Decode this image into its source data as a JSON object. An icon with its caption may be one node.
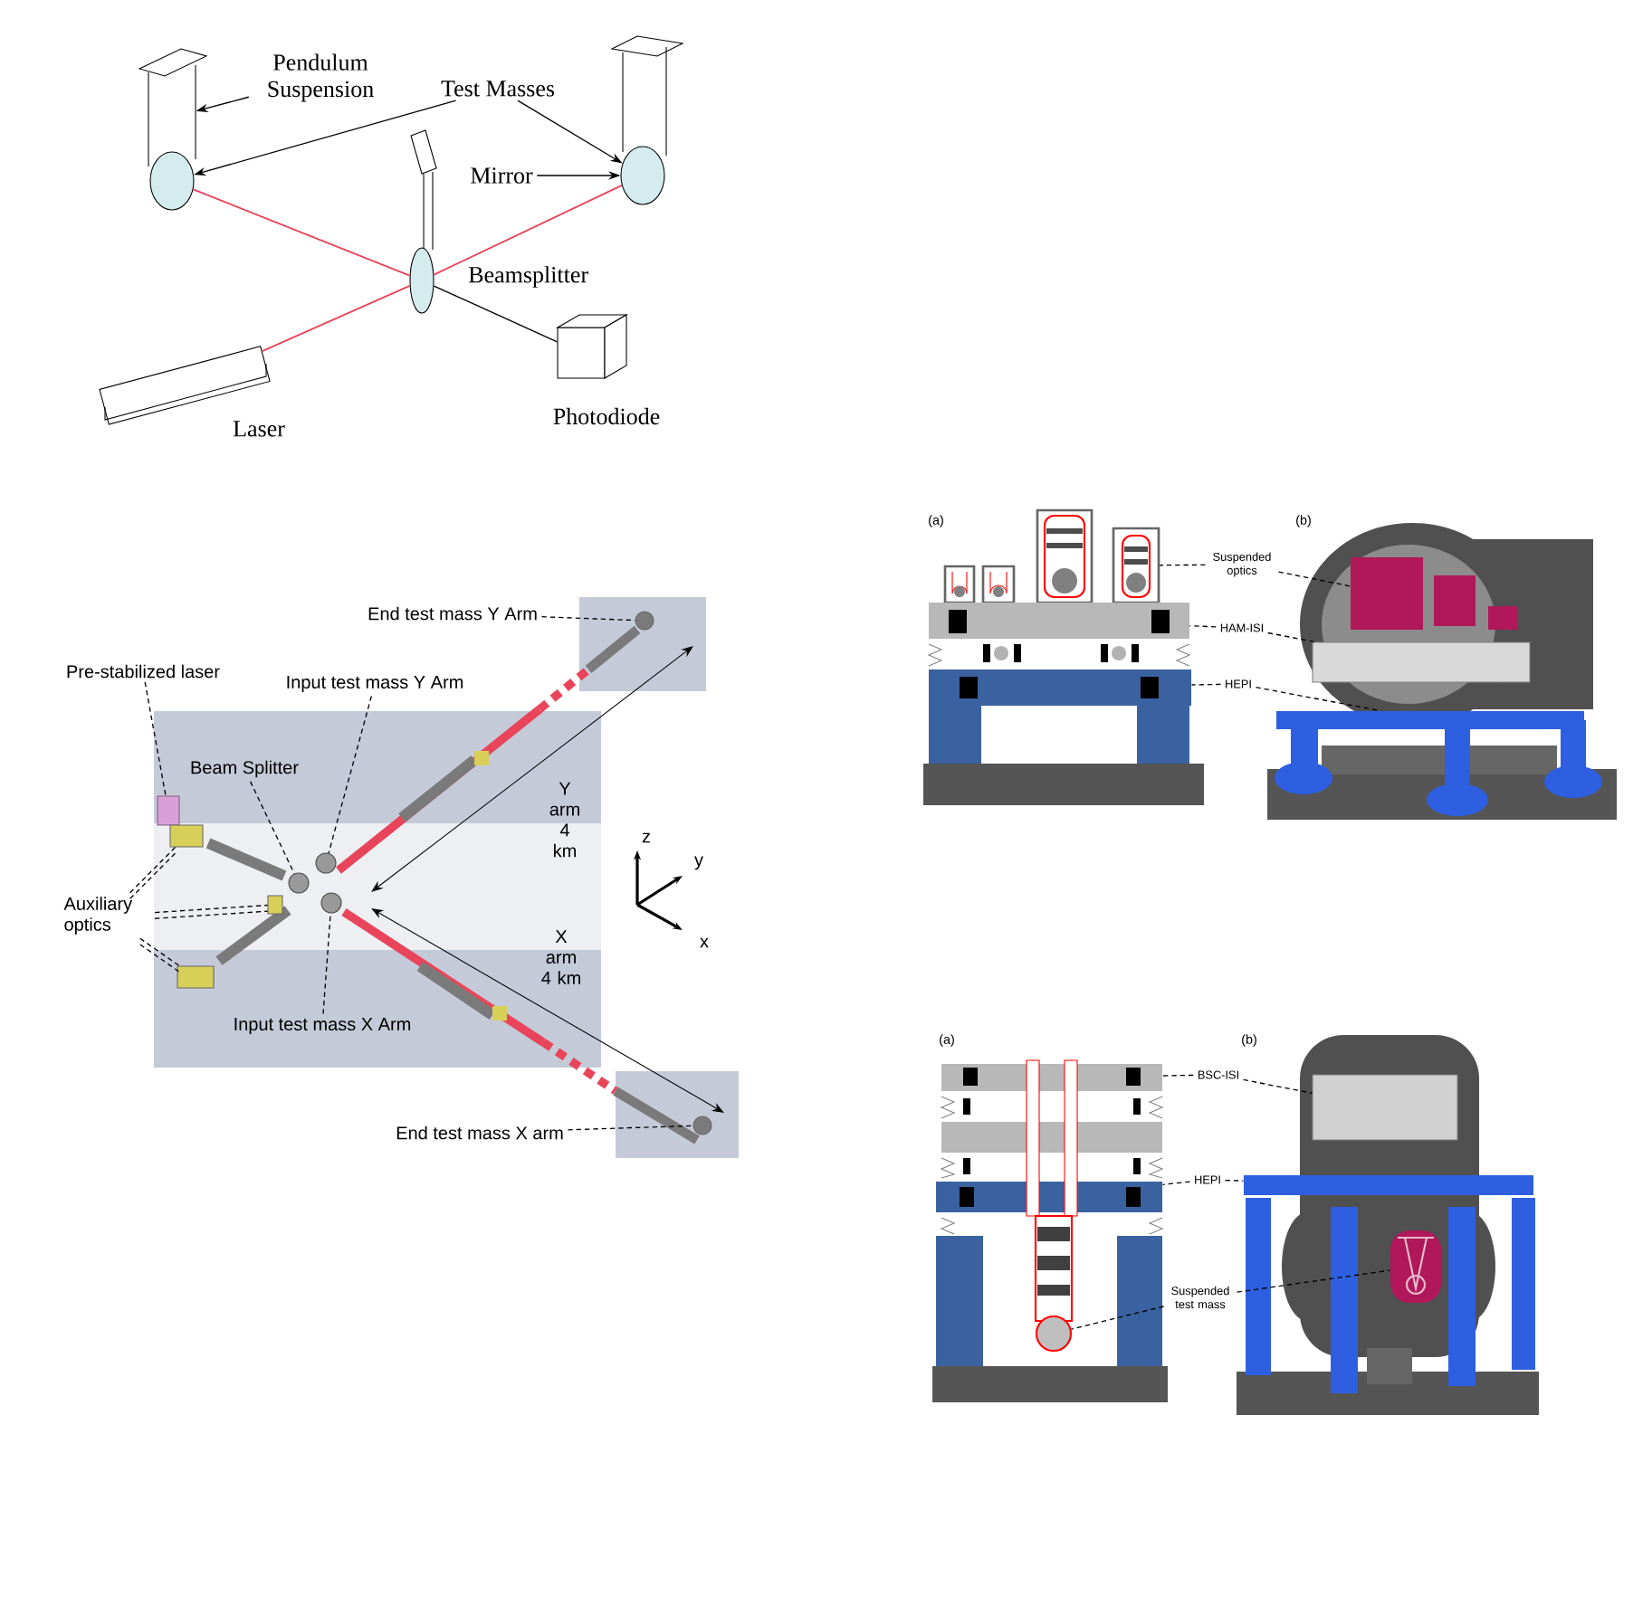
{
  "diagram": {
    "nodes": [
      {
        "text": [
          "Pendulum Suspension"
        ]
      },
      {
        "text": [
          "Test Masses"
        ]
      },
      {
        "text": [
          "Mirror"
        ]
      },
      {
        "text": [],
        "shape": "picture"
      },
      {
        "text": [],
        "shape": "circle"
      },
      {
        "text": [],
        "shape": "circle"
      },
      {
        "text": [
          "Laser"
        ]
      },
      {
        "text": [
          "Beamsplitter"
        ]
      },
      {
        "text": [
          "Photodiode"
        ]
      },
      {
        "text": [
          "End test mass Y Arm"
        ]
      },
      {
        "text": [],
        "shape": "circle"
      },
      {
        "text": [
          "Pre-stabilized laser"
        ]
      },
      {
        "text": [],
        "shape": "box"
      },
      {
        "text": [
          "Input test mass Y Arm"
        ]
      },
      {
        "text": [],
        "shape": "circle"
      },
      {
        "text": [
          "Beam Splitter"
        ]
      },
      {
        "text": [],
        "shape": "circle"
      },
      {
        "text": [
          "Auxiliary optics"
        ]
      },
      {
        "text": [],
        "shape": "box"
      },
      {
        "text": [],
        "shape": "box"
      },
      {
        "text": [],
        "shape": "box"
      },
      {
        "text": [
          "Input test mass X Arm"
        ]
      },
      {
        "text": [],
        "shape": "circle"
      },
      {
        "text": [
          "End test mass X arm"
        ]
      },
      {
        "text": [],
        "shape": "circle"
      },
      {
        "text": [
          "Suspended optics"
        ]
      },
      {
        "text": [],
        "shape": "box"
      },
      {
        "text": [],
        "shape": "picture"
      },
      {
        "text": [
          "HAM-ISI"
        ]
      },
      {
        "text": [],
        "shape": "bar"
      },
      {
        "text": [],
        "shape": "box"
      },
      {
        "text": [
          "HEPI"
        ]
      },
      {
        "text": [],
        "shape": "bar"
      },
      {
        "text": [],
        "shape": "picture"
      },
      {
        "text": [
          "BSC-ISI"
        ]
      },
      {
        "text": [],
        "shape": "bar"
      },
      {
        "text": [],
        "shape": "box"
      },
      {
        "text": [
          "HEPI"
        ]
      },
      {
        "text": [],
        "shape": "bar"
      },
      {
        "text": [],
        "shape": "bar"
      },
      {
        "text": [
          "Suspended test mass"
        ]
      },
      {
        "text": [],
        "shape": "circle"
      },
      {
        "text": [],
        "shape": "picture"
      }
    ],
    "edges": [
      {
        "from": 0,
        "to": 3,
        "arrow": "to"
      },
      {
        "from": 1,
        "to": 4,
        "arrow": "to"
      },
      {
        "from": 1,
        "to": 5,
        "arrow": "to"
      },
      {
        "from": 2,
        "to": 5,
        "arrow": "to"
      },
      {
        "from": 6,
        "to": 7,
        "arrow": "none",
        "color": "#e8455a"
      },
      {
        "from": 7,
        "to": 4,
        "arrow": "none",
        "color": "#e8455a"
      },
      {
        "from": 7,
        "to": 5,
        "arrow": "none",
        "color": "#e8455a"
      },
      {
        "from": 7,
        "to": 8,
        "arrow": "none"
      },
      {
        "from": 9,
        "to": 10,
        "arrow": "none",
        "style": "dashed"
      },
      {
        "from": 11,
        "to": 12,
        "arrow": "none",
        "style": "dashed"
      },
      {
        "from": 13,
        "to": 14,
        "arrow": "none",
        "style": "dashed"
      },
      {
        "from": 15,
        "to": 16,
        "arrow": "none",
        "style": "dashed"
      },
      {
        "from": 17,
        "to": 18,
        "arrow": "none",
        "style": "dashed"
      },
      {
        "from": 17,
        "to": 18,
        "arrow": "none",
        "style": "dashed"
      },
      {
        "from": 17,
        "to": 19,
        "arrow": "none",
        "style": "dashed"
      },
      {
        "from": 17,
        "to": 19,
        "arrow": "none",
        "style": "dashed"
      },
      {
        "from": 17,
        "to": 20,
        "arrow": "none",
        "style": "dashed"
      },
      {
        "from": 17,
        "to": 20,
        "arrow": "none",
        "style": "dashed"
      },
      {
        "from": 21,
        "to": 22,
        "arrow": "none",
        "style": "dashed"
      },
      {
        "from": 23,
        "to": 24,
        "arrow": "none",
        "style": "dashed"
      },
      {
        "from": 25,
        "to": 26,
        "arrow": "none",
        "style": "dashed"
      },
      {
        "from": 25,
        "to": 27,
        "arrow": "none",
        "style": "dashed"
      },
      {
        "from": 28,
        "to": 29,
        "arrow": "none",
        "style": "dashed"
      },
      {
        "from": 28,
        "to": 30,
        "arrow": "none",
        "style": "dashed"
      },
      {
        "from": 31,
        "to": 32,
        "arrow": "none",
        "style": "dashed"
      },
      {
        "from": 31,
        "to": 33,
        "arrow": "none",
        "style": "dashed"
      },
      {
        "from": 34,
        "to": 35,
        "arrow": "none",
        "style": "dashed"
      },
      {
        "from": 34,
        "to": 36,
        "arrow": "none",
        "style": "dashed"
      },
      {
        "from": 37,
        "to": 38,
        "arrow": "none",
        "style": "dashed"
      },
      {
        "from": 37,
        "to": 39,
        "arrow": "none",
        "style": "dashed"
      },
      {
        "from": 40,
        "to": 41,
        "arrow": "none",
        "style": "dashed"
      },
      {
        "from": 40,
        "to": 42,
        "arrow": "none",
        "style": "dashed"
      }
    ],
    "labels": [
      "Y arm 4 km",
      "X arm 4 km",
      "z",
      "y",
      "x",
      "(a)",
      "(b)",
      "(a)",
      "(b)"
    ]
  }
}
